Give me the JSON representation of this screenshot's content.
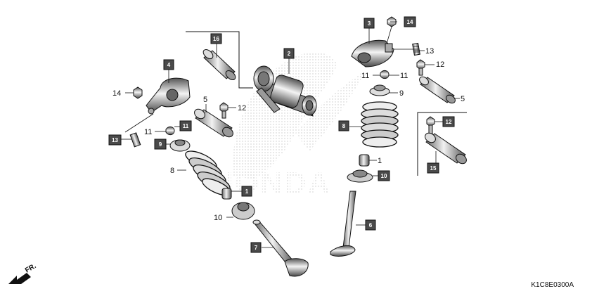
{
  "diagram_code": "K1C8E0300A",
  "direction_label": "FR.",
  "boxed_callouts": {
    "p1": "1",
    "p2": "2",
    "p3": "3",
    "p4": "4",
    "p6": "6",
    "p7": "7",
    "p8": "8",
    "p9": "9",
    "p10": "10",
    "p11": "11",
    "p12": "12",
    "p13": "13",
    "p15": "15",
    "p16": "16",
    "p14": "14"
  },
  "plain_callouts": {
    "c1": "1",
    "c5a": "5",
    "c5b": "5",
    "c8": "8",
    "c9": "9",
    "c10": "10",
    "c11a": "11",
    "c11b": "11",
    "c11c": "11",
    "c12a": "12",
    "c12b": "12",
    "c13": "13",
    "c14a": "14"
  },
  "colors": {
    "line": "#111111",
    "box_fill": "#4a4a4a",
    "watermark": "#c8c8c8"
  },
  "icons": {
    "direction": "front-arrow-icon"
  }
}
